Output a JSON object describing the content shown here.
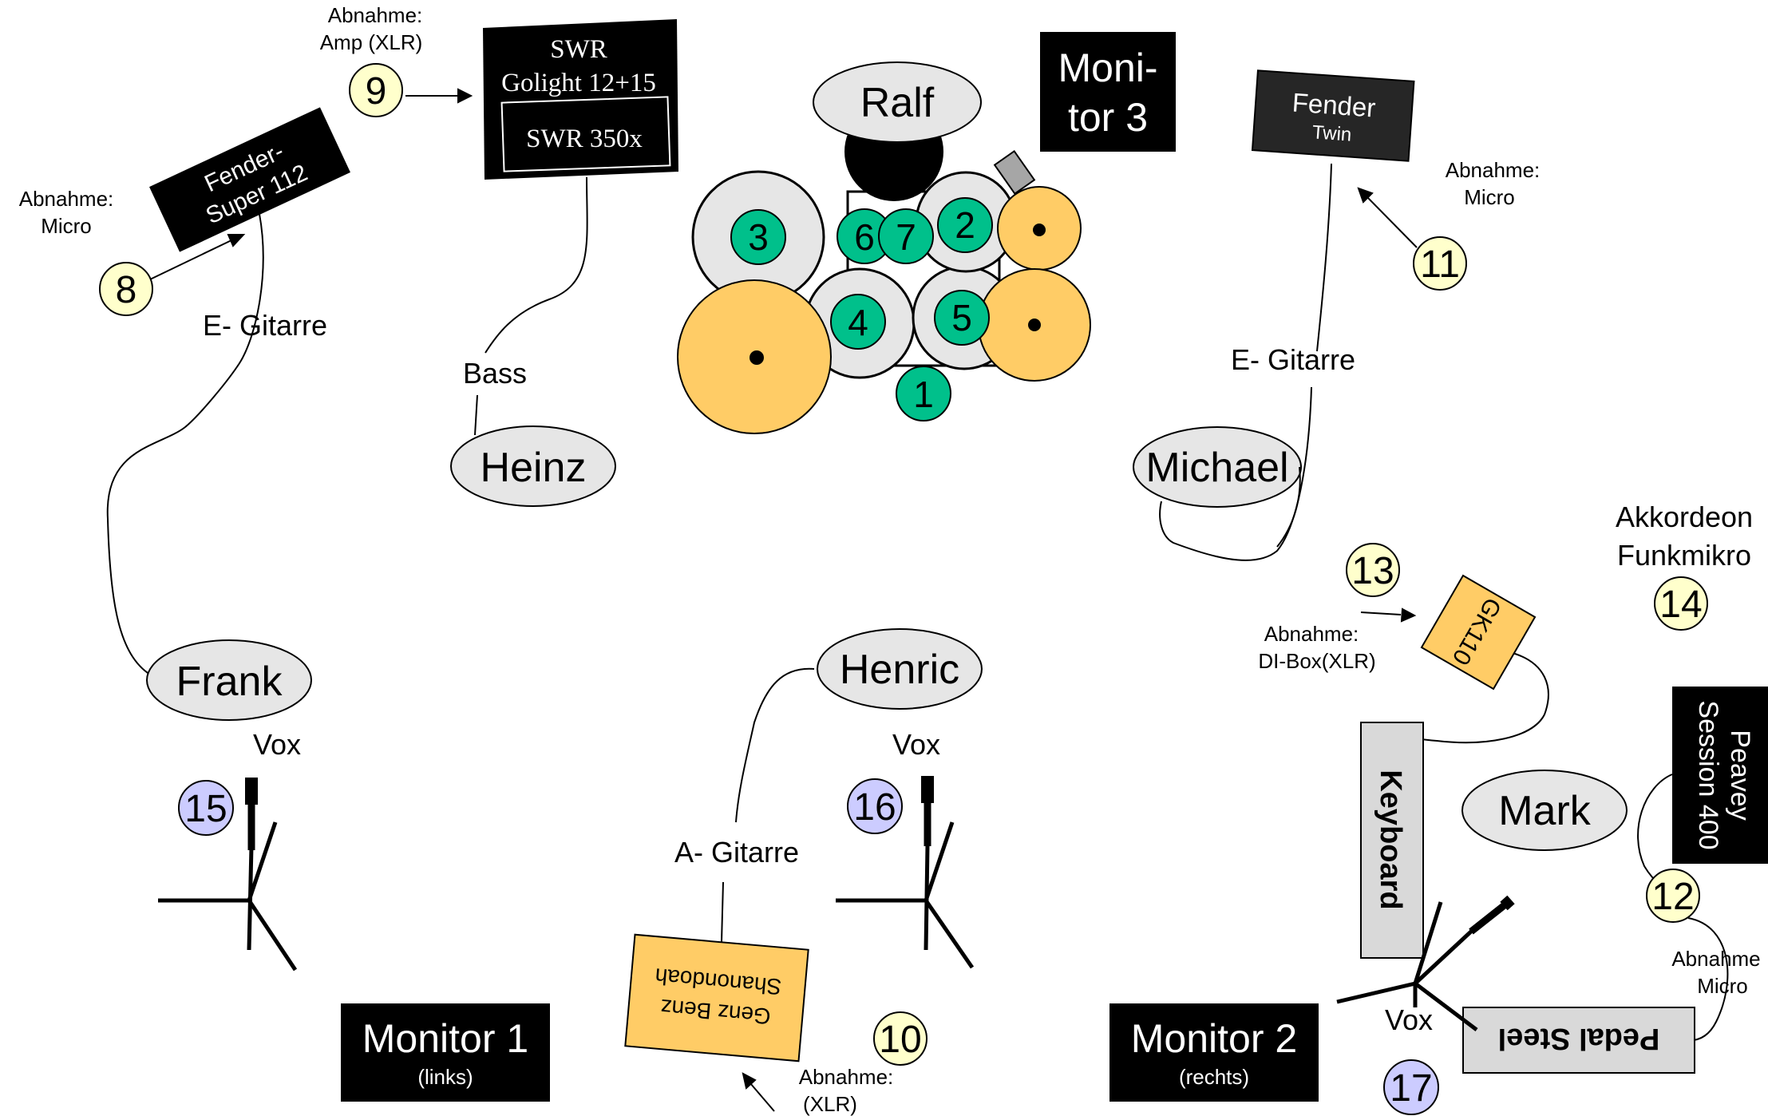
{
  "amps": {
    "fender_super": {
      "line1": "Fender-",
      "line2": "Super 112"
    },
    "swr": {
      "line1": "SWR",
      "line2": "Golight 12+15",
      "inner": "SWR 350x"
    },
    "fender_twin": {
      "line1": "Fender",
      "line2": "Twin"
    },
    "peavey": {
      "line1": "Peavey",
      "line2": "Session 400"
    },
    "gk": {
      "label": "GK110"
    },
    "acoustic": {
      "line1": "Genz Benz",
      "line2": "Shanondoah"
    }
  },
  "monitors": {
    "m3": {
      "line1": "Moni-",
      "line2": "tor 3"
    },
    "m1": {
      "title": "Monitor 1",
      "sub": "(links)"
    },
    "m2": {
      "title": "Monitor 2",
      "sub": "(rechts)"
    }
  },
  "musicians": {
    "ralf": "Ralf",
    "heinz": "Heinz",
    "michael": "Michael",
    "frank": "Frank",
    "henric": "Henric",
    "mark": "Mark"
  },
  "instruments": {
    "egitarre_left": "E- Gitarre",
    "egitarre_right": "E- Gitarre",
    "bass": "Bass",
    "agitarre": "A- Gitarre",
    "keyboard": "Keyboard",
    "pedal_steel": "Pedal Steel",
    "akkordeon_1": "Akkordeon",
    "akkordeon_2": "Funkmikro"
  },
  "vox": {
    "v15": "Vox",
    "v16": "Vox",
    "v17": "Vox"
  },
  "pickups": {
    "p8": {
      "line1": "Abnahme:",
      "line2": "Micro"
    },
    "p9": {
      "line1": "Abnahme:",
      "line2": "Amp (XLR)"
    },
    "p11": {
      "line1": "Abnahme:",
      "line2": "Micro"
    },
    "p13": {
      "line1": "Abnahme:",
      "line2": "DI-Box(XLR)"
    },
    "p10": {
      "line1": "Abnahme:",
      "line2": "(XLR)"
    },
    "p12": {
      "line1": "Abnahme",
      "line2": "Micro"
    }
  },
  "drum_channels": [
    "1",
    "2",
    "3",
    "4",
    "5",
    "6",
    "7"
  ],
  "channels": {
    "c8": "8",
    "c9": "9",
    "c10": "10",
    "c11": "11",
    "c12": "12",
    "c13": "13",
    "c14": "14",
    "c15": "15",
    "c16": "16",
    "c17": "17"
  },
  "colors": {
    "cymbal": "#ffcc66",
    "drum": "#e6e6e6",
    "drum_channel": "#00c08b",
    "instrument_channel": "#ffffcc",
    "vocal_channel": "#ccccff",
    "amp": "#000000",
    "gk": "#ffcc66",
    "person": "#e6e6e6"
  }
}
